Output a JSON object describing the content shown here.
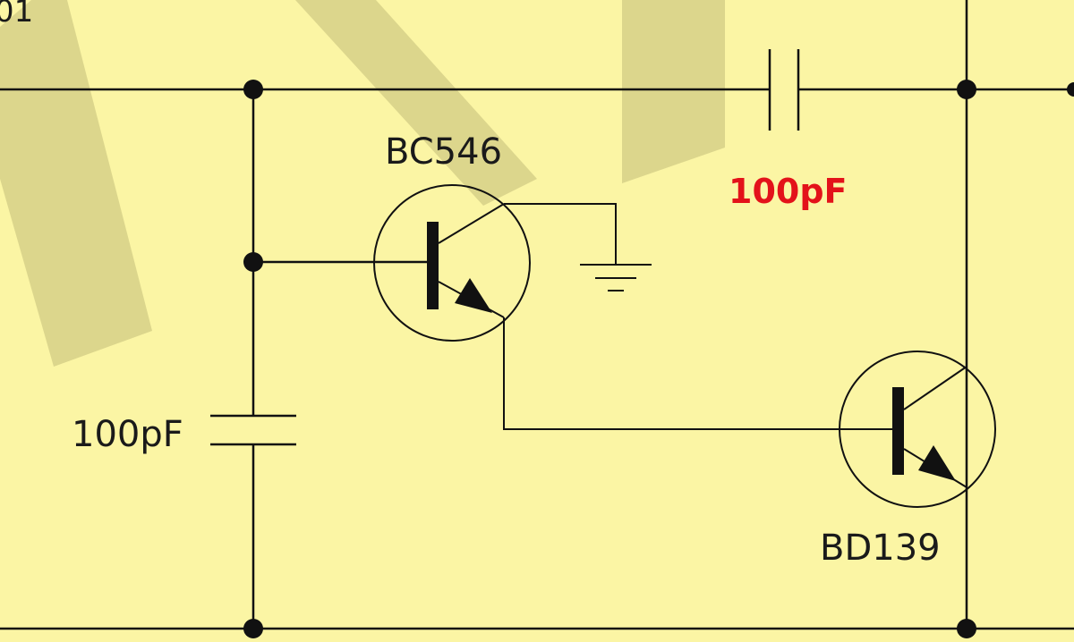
{
  "diagram": {
    "title_fragment": "01",
    "top_capacitor_label": "100pF",
    "left_capacitor_label": "100pF",
    "transistor_1_label": "BC546",
    "transistor_2_label": "BD139"
  },
  "colors": {
    "background": "#fbf5a4",
    "watermark": "#d6d088",
    "wire": "#111111",
    "highlight_label": "#e3121a"
  }
}
